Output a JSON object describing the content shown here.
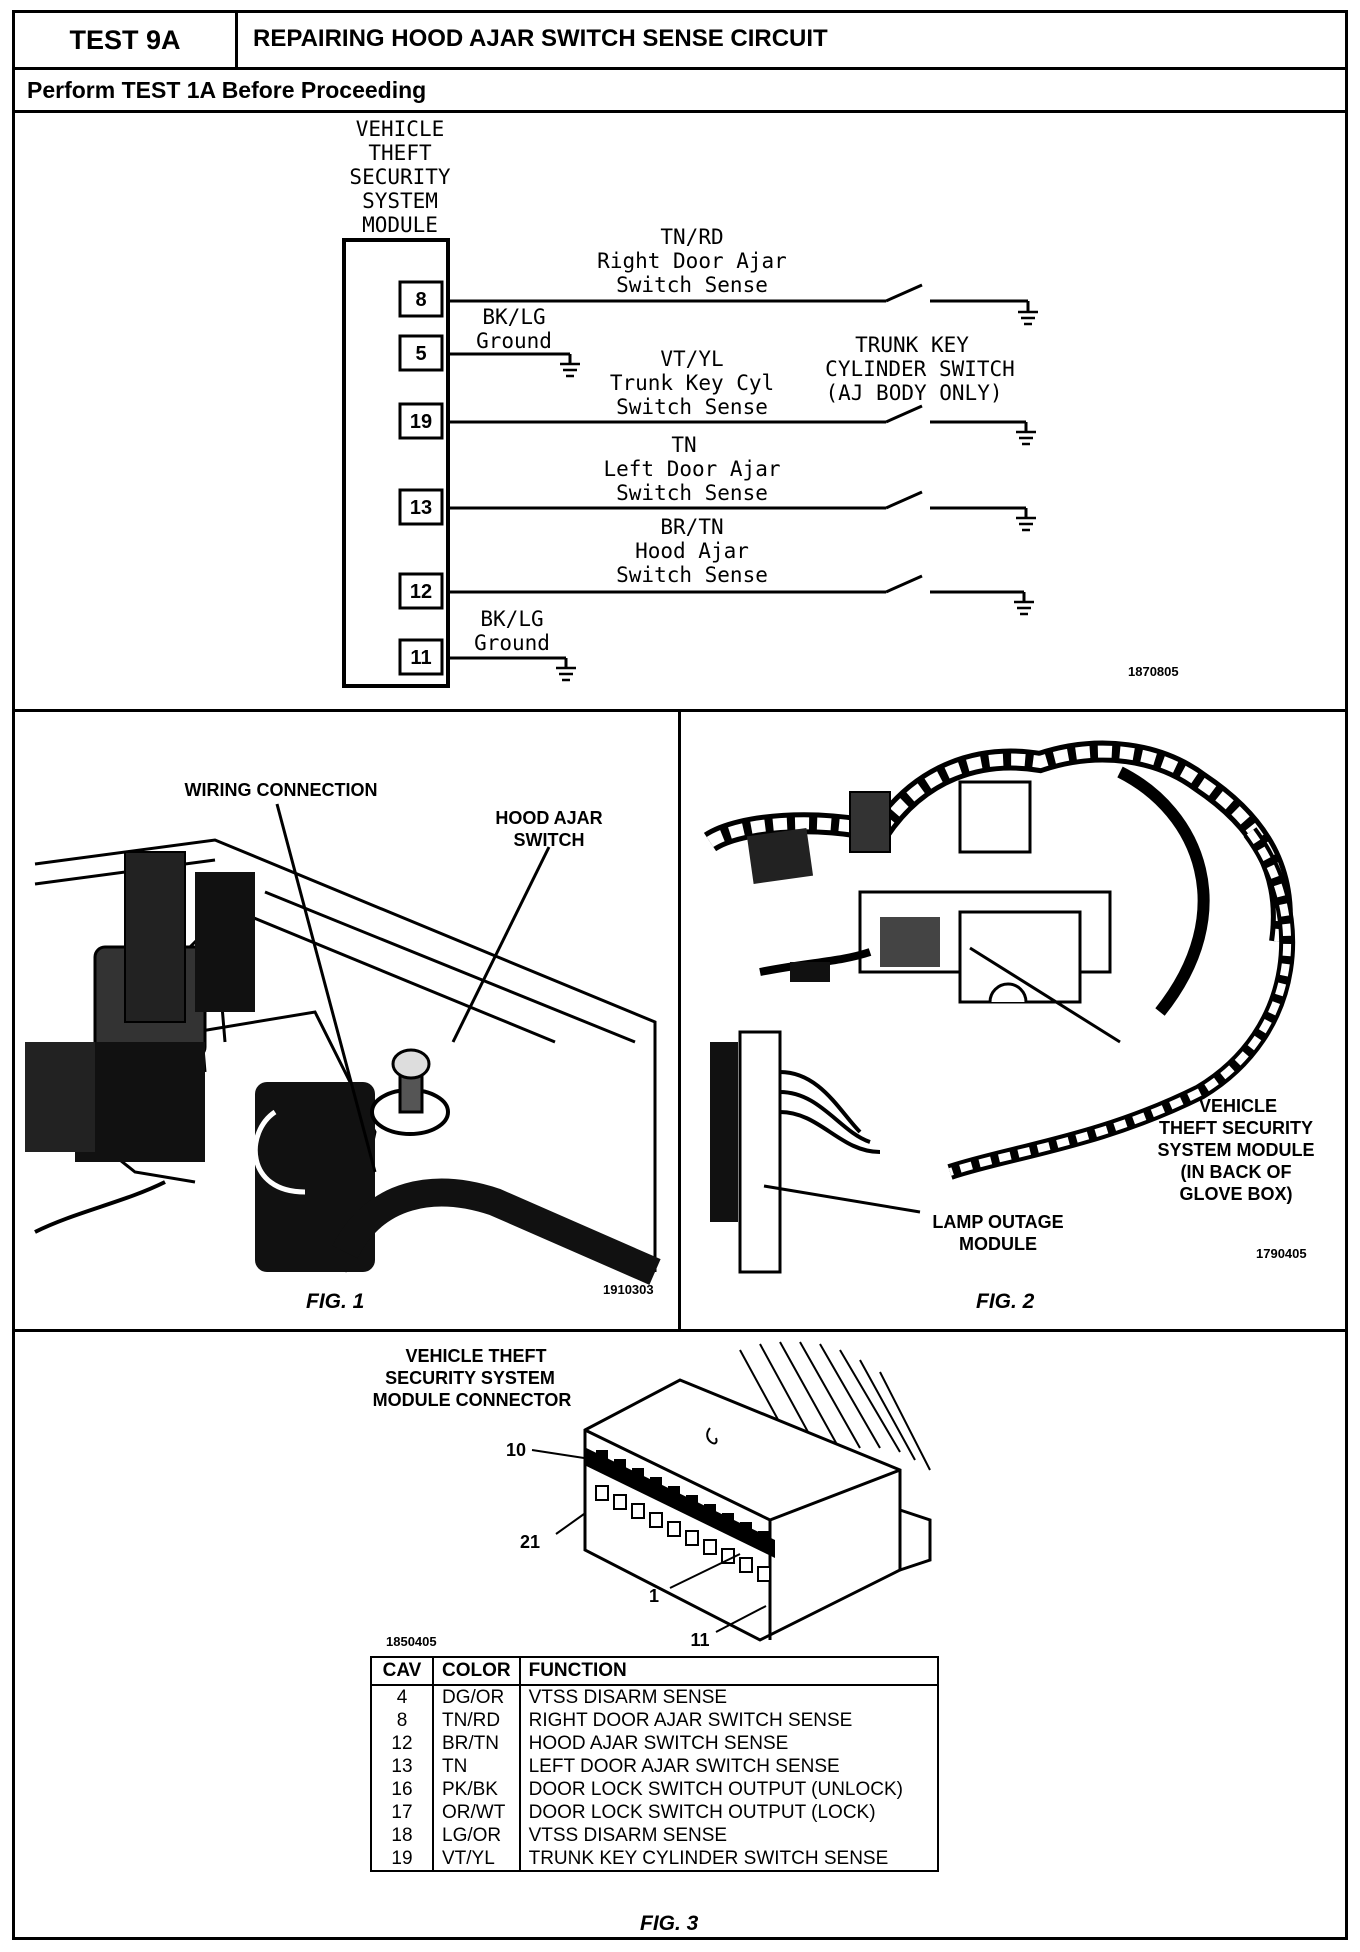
{
  "header": {
    "test_id": "TEST 9A",
    "title": "REPAIRING HOOD AJAR SWITCH SENSE CIRCUIT",
    "prereq": "Perform TEST 1A Before Proceeding"
  },
  "schematic": {
    "module_label": [
      "VEHICLE",
      "THEFT",
      "SECURITY",
      "SYSTEM",
      "MODULE"
    ],
    "pins": [
      "8",
      "5",
      "19",
      "13",
      "12",
      "11"
    ],
    "wire_8": [
      "TN/RD",
      "Right Door Ajar",
      "Switch Sense"
    ],
    "wire_5": [
      "BK/LG",
      "Ground"
    ],
    "wire_19": [
      "VT/YL",
      "Trunk Key Cyl",
      "Switch Sense"
    ],
    "trunk_switch": [
      "TRUNK KEY",
      "CYLINDER SWITCH",
      "(AJ BODY ONLY)"
    ],
    "wire_13": [
      "TN",
      "Left Door Ajar",
      "Switch Sense"
    ],
    "wire_12": [
      "BR/TN",
      "Hood Ajar",
      "Switch Sense"
    ],
    "wire_11": [
      "BK/LG",
      "Ground"
    ],
    "code": "1870805"
  },
  "fig1": {
    "caption": "FIG. 1",
    "wiring_connection": "WIRING CONNECTION",
    "hood_ajar_switch": [
      "HOOD AJAR",
      "SWITCH"
    ],
    "code": "1910303"
  },
  "fig2": {
    "caption": "FIG. 2",
    "vtss_module": [
      "VEHICLE",
      "THEFT SECURITY",
      "SYSTEM MODULE",
      "(IN BACK OF",
      "GLOVE BOX)"
    ],
    "lamp_outage": [
      "LAMP OUTAGE",
      "MODULE"
    ],
    "code": "1790405"
  },
  "fig3": {
    "caption": "FIG. 3",
    "connector_label": [
      "VEHICLE THEFT",
      "SECURITY SYSTEM",
      "MODULE CONNECTOR"
    ],
    "callouts": [
      "10",
      "21",
      "1",
      "11"
    ],
    "code": "1850405",
    "table": {
      "headers": [
        "CAV",
        "COLOR",
        "FUNCTION"
      ],
      "rows": [
        [
          "4",
          "DG/OR",
          "VTSS DISARM SENSE"
        ],
        [
          "8",
          "TN/RD",
          "RIGHT DOOR AJAR SWITCH SENSE"
        ],
        [
          "12",
          "BR/TN",
          "HOOD AJAR SWITCH SENSE"
        ],
        [
          "13",
          "TN",
          "LEFT DOOR AJAR SWITCH SENSE"
        ],
        [
          "16",
          "PK/BK",
          "DOOR LOCK SWITCH OUTPUT (UNLOCK)"
        ],
        [
          "17",
          "OR/WT",
          "DOOR LOCK SWITCH OUTPUT (LOCK)"
        ],
        [
          "18",
          "LG/OR",
          "VTSS DISARM SENSE"
        ],
        [
          "19",
          "VT/YL",
          "TRUNK KEY CYLINDER SWITCH SENSE"
        ]
      ]
    }
  }
}
